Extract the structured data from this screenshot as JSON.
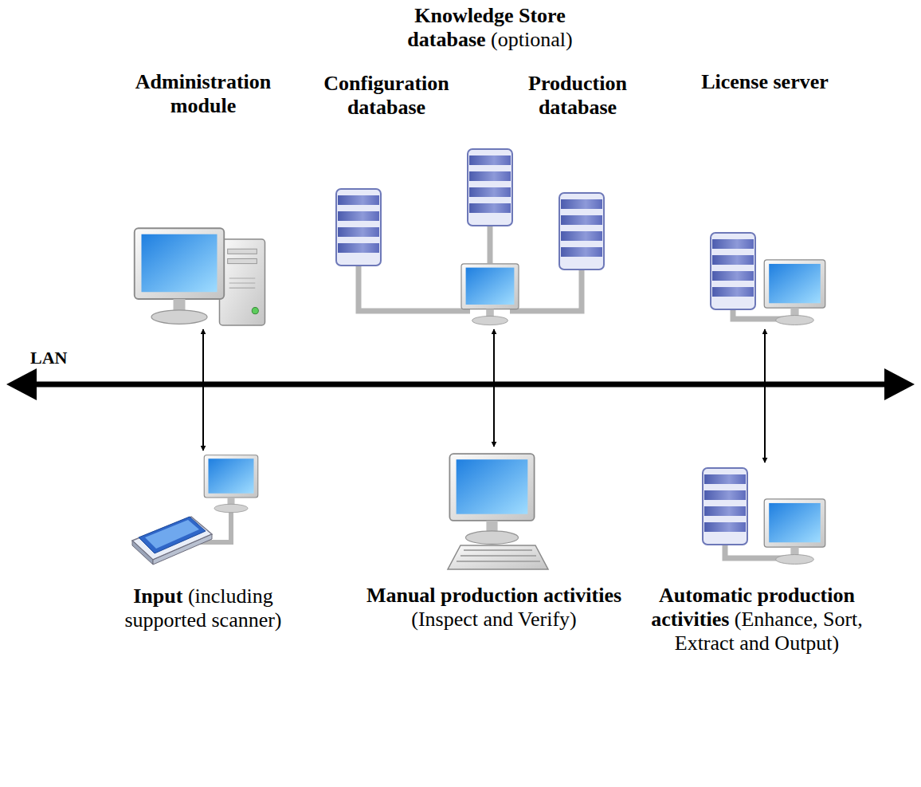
{
  "diagram": {
    "nodes": [
      {
        "text": [
          "Administration module"
        ]
      },
      {
        "text": [
          "Knowledge Store database",
          "(optional)",
          "Configuration database",
          "Production database"
        ]
      },
      {
        "text": [
          "License server"
        ]
      },
      {
        "text": [
          "Input",
          "(including supported scanner)"
        ]
      },
      {
        "text": [
          "Manual production activities",
          "(Inspect and Verify)"
        ]
      },
      {
        "text": [
          "Automatic production activities",
          "(Enhance, Sort, Extract and Output)"
        ]
      }
    ],
    "edges": [
      {
        "from": 0,
        "to": 3,
        "arrow": "both"
      },
      {
        "from": 1,
        "to": 4,
        "arrow": "both"
      },
      {
        "from": 2,
        "to": 5,
        "arrow": "both"
      }
    ],
    "labels": [
      "LAN"
    ]
  }
}
